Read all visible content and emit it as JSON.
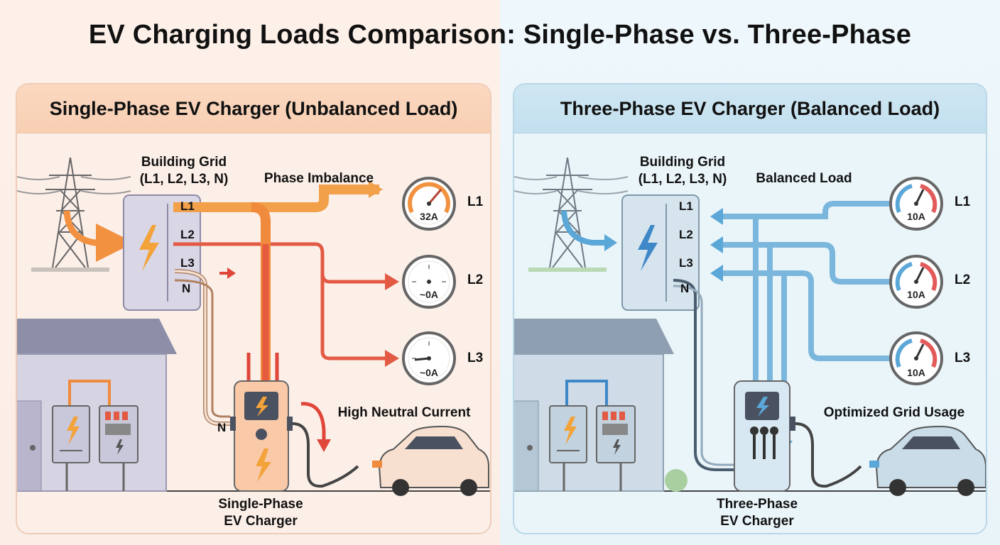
{
  "title": "EV Charging Loads Comparison: Single-Phase vs. Three-Phase",
  "colors": {
    "left_accent": "#f08a3c",
    "left_hot": "#e0463a",
    "right_accent": "#5aa7d8"
  },
  "left": {
    "header": "Single-Phase EV Charger (Unbalanced Load)",
    "grid_title": "Building Grid",
    "grid_phases": "(L1, L2, L3, N)",
    "panel_phases": [
      "L1",
      "L2",
      "L3",
      "N"
    ],
    "status_text": "Phase Imbalance",
    "neutral_text": "High Neutral Current",
    "neutral_label": "N",
    "meters": [
      {
        "label": "L1",
        "value": "32A"
      },
      {
        "label": "L2",
        "value": "~0A"
      },
      {
        "label": "L3",
        "value": "~0A"
      }
    ],
    "caption_line1": "Single-Phase",
    "caption_line2": "EV Charger"
  },
  "right": {
    "header": "Three-Phase EV Charger (Balanced Load)",
    "grid_title": "Building Grid",
    "grid_phases": "(L1, L2, L3, N)",
    "panel_phases": [
      "L1",
      "L2",
      "L3",
      "N"
    ],
    "status_text": "Balanced Load",
    "usage_text": "Optimized Grid Usage",
    "meters": [
      {
        "label": "L1",
        "value": "10A"
      },
      {
        "label": "L2",
        "value": "10A"
      },
      {
        "label": "L3",
        "value": "10A"
      }
    ],
    "caption_line1": "Three-Phase",
    "caption_line2": "EV Charger"
  }
}
